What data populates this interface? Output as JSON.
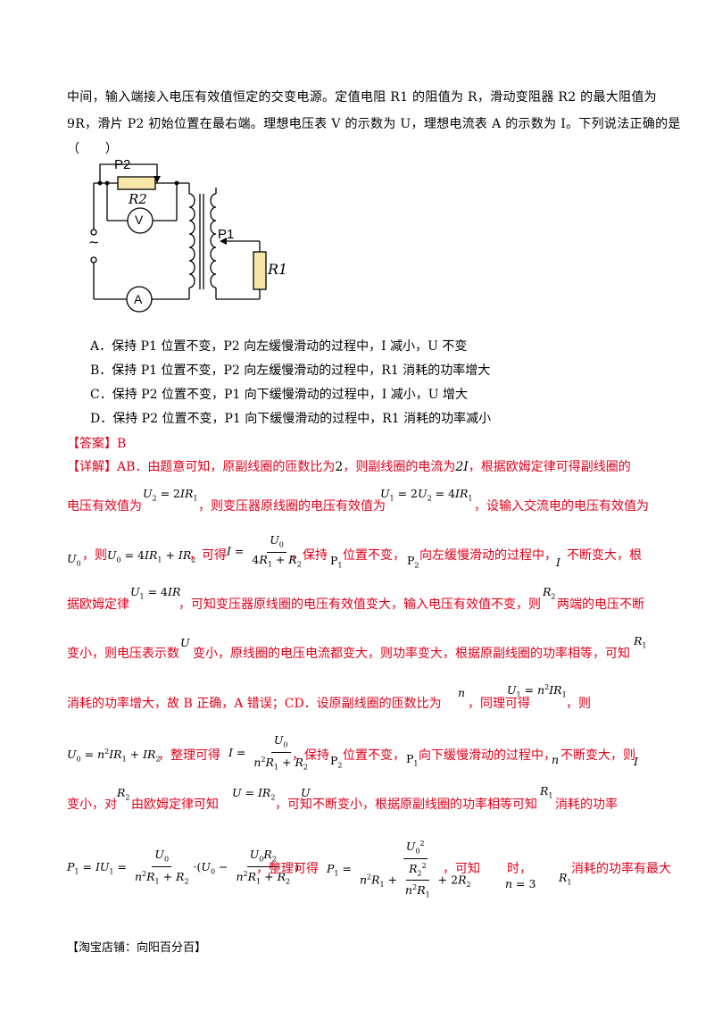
{
  "question": {
    "line1": "中间，输入端接入电压有效值恒定的交变电源。定值电阻 R1 的阻值为 R，滑动变阻器 R2 的最大阻值为",
    "line2": "9R，滑片 P2 初始位置在最右端。理想电压表 V 的示数为 U，理想电流表 A 的示数为 I。下列说法正确的是",
    "line3": "（　　）"
  },
  "circuit": {
    "p2": "P2",
    "r2": "R2",
    "voltmeter": "V",
    "ac_symbol": "~",
    "p1": "P1",
    "r1": "R1",
    "ammeter": "A"
  },
  "options": [
    "A．保持 P1 位置不变，P2 向左缓慢滑动的过程中，I 减小，U 不变",
    "B．保持 P1 位置不变，P2 向左缓慢滑动的过程中，R1 消耗的功率增大",
    "C．保持 P2 位置不变，P1 向下缓慢滑动的过程中，I 减小，U 增大",
    "D．保持 P2 位置不变，P1 向下缓慢滑动的过程中，R1 消耗的功率减小"
  ],
  "answer": "【答案】B",
  "explanation": {
    "l1a": "【详解】AB．由题意可知，原副线圈的匝数比为",
    "l1b": "2",
    "l1c": "，则副线圈的电流为",
    "l1d": "2I",
    "l1e": "，根据欧姆定律可得副线圈的",
    "l2a": "电压有效值为",
    "l2b": "，则变压器原线圈的电压有效值为",
    "l2c": "，设输入交流电的电压有效值为",
    "l3a": "，则",
    "l3b": "，可得",
    "l3c": "，保持",
    "l3d": "位置不变，",
    "l3e": "向左缓慢滑动的过程中，",
    "l3f": "不断变大，根",
    "l4a": "据欧姆定律",
    "l4b": "，可知变压器原线圈的电压有效值变大，输入电压有效值不变，则",
    "l4c": "两端的电压不断",
    "l5a": "变小，则电压表示数",
    "l5b": "变小，原线圈的电压电流都变大，则功率变大，根据原副线圈的功率相等，可知",
    "l6a": "消耗的功率增大，故 B 正确，A 错误；CD．设原副线圈的匝数比为",
    "l6b": "，同理可得",
    "l6c": "，则",
    "l7a": "，整理可得",
    "l7b": "，保持",
    "l7c": "位置不变，",
    "l7d": "向下缓慢滑动的过程中，",
    "l7e": "不断变大，则",
    "l8a": "变小，对",
    "l8b": "由欧姆定律可知",
    "l8c": "，可知",
    "l8d": "不断变小，根据原副线圈的功率相等可知",
    "l8e": "消耗的功率",
    "l9a": "，整理可得",
    "l9b": "，可知",
    "l9c": "时，",
    "l9d": "消耗的功率有最大"
  },
  "footer": "【淘宝店铺：向阳百分百】"
}
